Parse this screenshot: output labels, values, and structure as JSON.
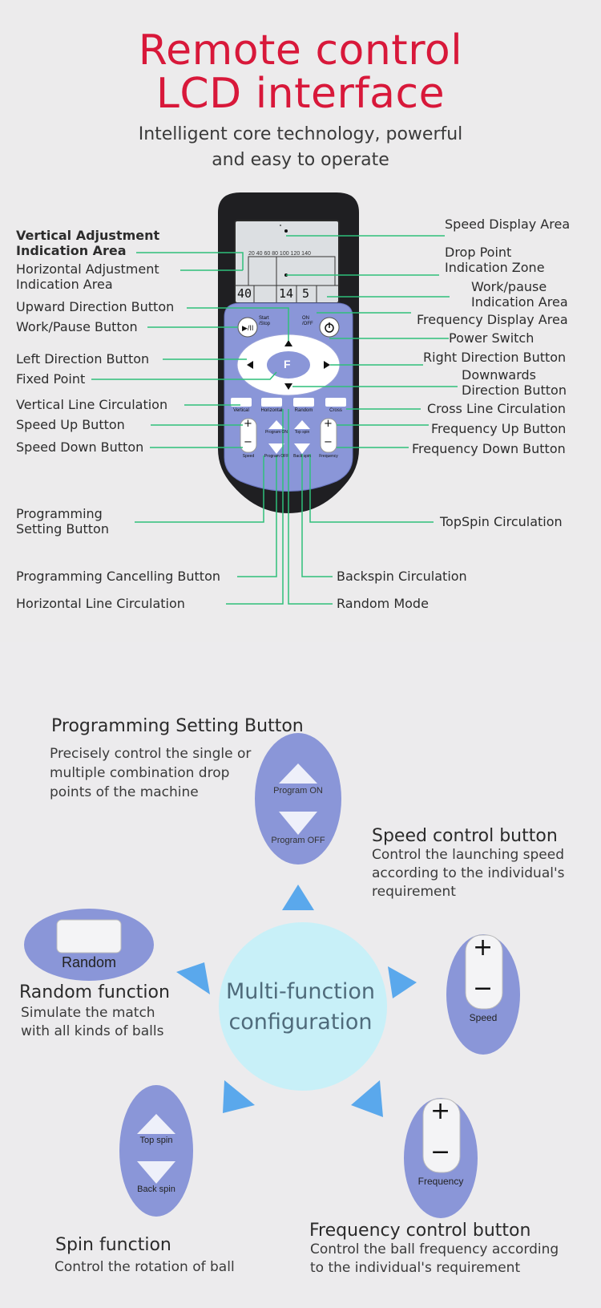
{
  "header": {
    "title_line1": "Remote control",
    "title_line2": "LCD interface",
    "subtitle_line1": "Intelligent core technology, powerful",
    "subtitle_line2": "and easy to operate"
  },
  "remote": {
    "lcd_scale": "20  40  60  80  100  120  140",
    "lcd_speed": "40",
    "lcd_frequency": "14",
    "lcd_drop": "5",
    "start_stop": "Start\n/Stop",
    "on_off": "ON\n/OFF",
    "fixed": "F",
    "vertical": "Vertical",
    "horizontal": "Horizontal",
    "random": "Random",
    "cross": "Cross",
    "program_on": "Program ON",
    "program_off": "Program OFF",
    "top_spin": "Top spin",
    "back_spin": "Back spin",
    "speed": "Speed",
    "frequency": "Frequency",
    "plus": "+",
    "minus": "−"
  },
  "labels_left": [
    "Vertical Adjustment",
    "Indication Area",
    "Horizontal Adjustment",
    "Indication Area",
    "Upward Direction Button",
    "Work/Pause Button",
    "Left Direction Button",
    "Fixed Point",
    "Vertical Line Circulation",
    "Speed Up Button",
    "Speed Down Button",
    "Programming",
    "Setting Button",
    "Programming Cancelling Button",
    "Horizontal Line Circulation"
  ],
  "labels_right": [
    "Speed Display Area",
    "Drop Point",
    "Indication Zone",
    "Work/pause",
    "Indication Area",
    "Frequency Display Area",
    "Power Switch",
    "Right Direction Button",
    "Downwards",
    "Direction Button",
    "Cross Line Circulation",
    "Frequency Up Button",
    "Frequency Down Button",
    "TopSpin Circulation",
    "Backspin Circulation",
    "Random Mode"
  ],
  "features": {
    "center_line1": "Multi-function",
    "center_line2": "configuration",
    "programming": {
      "title": "Programming Setting Button",
      "desc1": "Precisely control the single or",
      "desc2": "multiple combination drop",
      "desc3": "points of the machine",
      "btn_on": "Program ON",
      "btn_off": "Program OFF"
    },
    "speed": {
      "title": "Speed control button",
      "desc1": "Control the launching speed",
      "desc2": "according to the individual's",
      "desc3": "requirement",
      "label": "Speed"
    },
    "random": {
      "title": "Random function",
      "desc1": "Simulate the match",
      "desc2": "with all kinds of balls",
      "label": "Random"
    },
    "spin": {
      "title": "Spin function",
      "desc1": "Control the rotation of ball",
      "btn_top": "Top spin",
      "btn_back": "Back spin"
    },
    "frequency": {
      "title": "Frequency control button",
      "desc1": "Control the ball frequency according",
      "desc2": "to the individual's requirement",
      "label": "Frequency"
    }
  },
  "colors": {
    "title_red": "#d8183a",
    "line_green": "#2fbf7a",
    "remote_blue": "#8a96d8",
    "triangle_blue": "#5aa8ec",
    "circle_cyan": "#c8f0f8"
  }
}
